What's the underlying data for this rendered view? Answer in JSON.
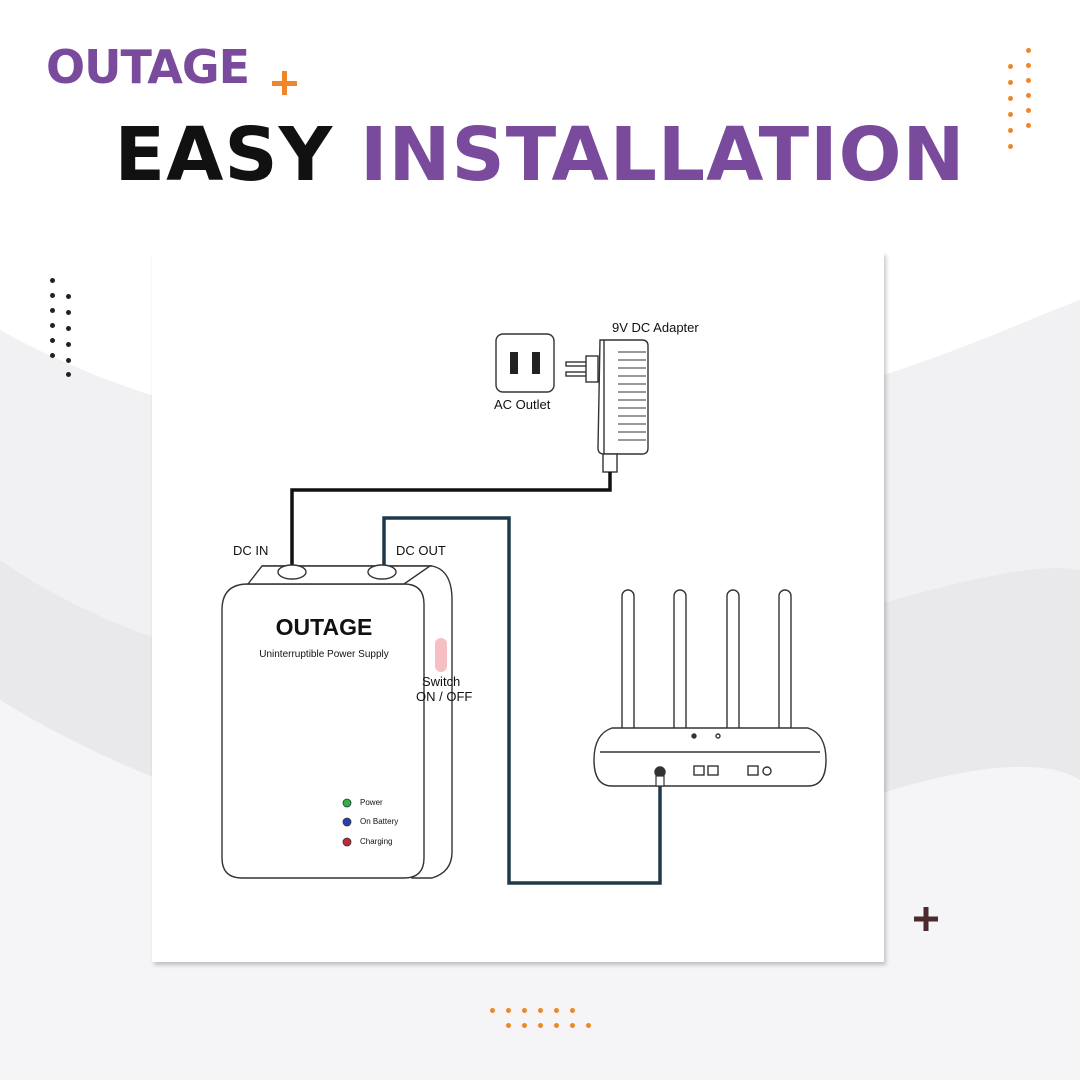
{
  "brand": {
    "name": "OUTAGE"
  },
  "headline": {
    "word1": "EASY",
    "word2": "INSTALLATION"
  },
  "diagram": {
    "adapter_label": "9V DC Adapter",
    "outlet_label": "AC Outlet",
    "dc_in_label": "DC IN",
    "dc_out_label": "DC OUT",
    "ups_brand": "OUTAGE",
    "ups_subtitle": "Uninterruptible Power Supply",
    "switch_label_line1": "Switch",
    "switch_label_line2": "ON / OFF",
    "leds": [
      {
        "label": "Power",
        "color": "#2bb34a"
      },
      {
        "label": "On Battery",
        "color": "#2a3fb0"
      },
      {
        "label": "Charging",
        "color": "#c0283a"
      }
    ]
  },
  "colors": {
    "brand_purple": "#7a4a9c",
    "accent_orange": "#f0862a",
    "cable_dark": "#111111",
    "cable_teal": "#1e3a4a"
  }
}
